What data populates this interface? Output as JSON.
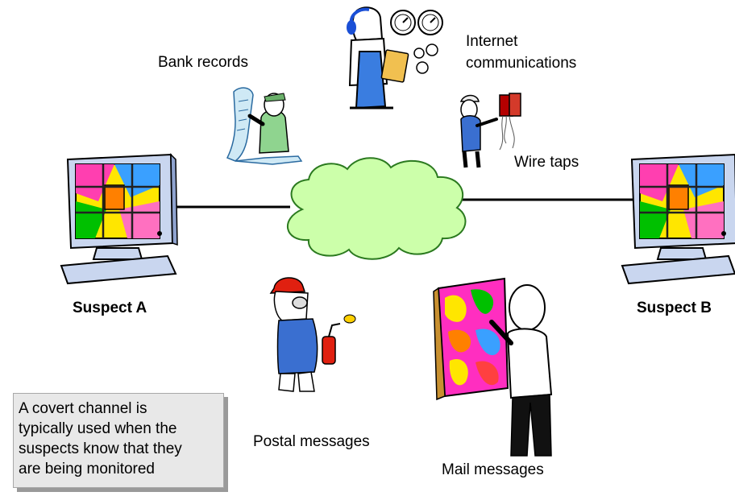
{
  "nodes": {
    "suspect_a": "Suspect A",
    "suspect_b": "Suspect B"
  },
  "channels": {
    "bank": "Bank records",
    "internet_line1": "Internet",
    "internet_line2": "communications",
    "wire": "Wire taps",
    "postal": "Postal messages",
    "mail": "Mail messages"
  },
  "callout": {
    "lines": [
      "A covert channel is",
      "typically used when the",
      "suspects know that they",
      "are being monitored"
    ]
  },
  "colors": {
    "cloud_fill": "#ccffaa",
    "cloud_stroke": "#2b7a1f",
    "monitor_body": "#c9d6ef",
    "link_line": "#000000"
  },
  "icons": {
    "computer": "computer-monitor-icon",
    "cloud": "network-cloud-icon",
    "bank": "bank-records-clerk-icon",
    "internet": "internet-monitoring-operator-icon",
    "wire": "wiretap-technician-icon",
    "postal": "postal-inspector-icon",
    "mail": "mail-reader-icon"
  }
}
